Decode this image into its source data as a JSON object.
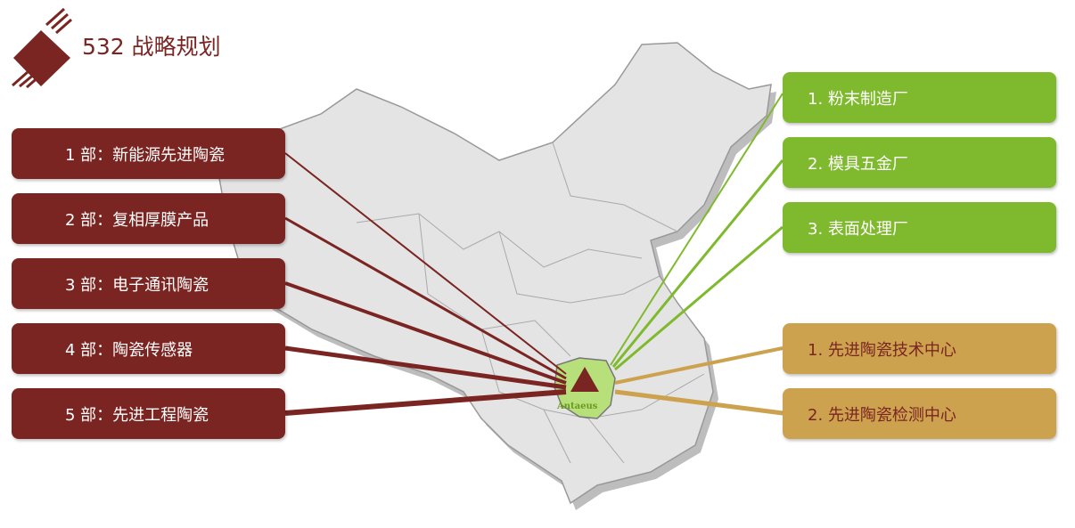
{
  "title": "532 战略规划",
  "departments": [
    "1 部：新能源先进陶瓷",
    "2 部：复相厚膜产品",
    "3 部：电子通讯陶瓷",
    "4 部：陶瓷传感器",
    "5 部：先进工程陶瓷"
  ],
  "factories": [
    "1. 粉末制造厂",
    "2. 模具五金厂",
    "3. 表面处理厂"
  ],
  "centers": [
    "1. 先进陶瓷技术中心",
    "2. 先进陶瓷检测中心"
  ],
  "logo": "Antaeus",
  "colors": {
    "dept": "#7a2522",
    "factory": "#7fba2e",
    "center": "#cda24f"
  }
}
